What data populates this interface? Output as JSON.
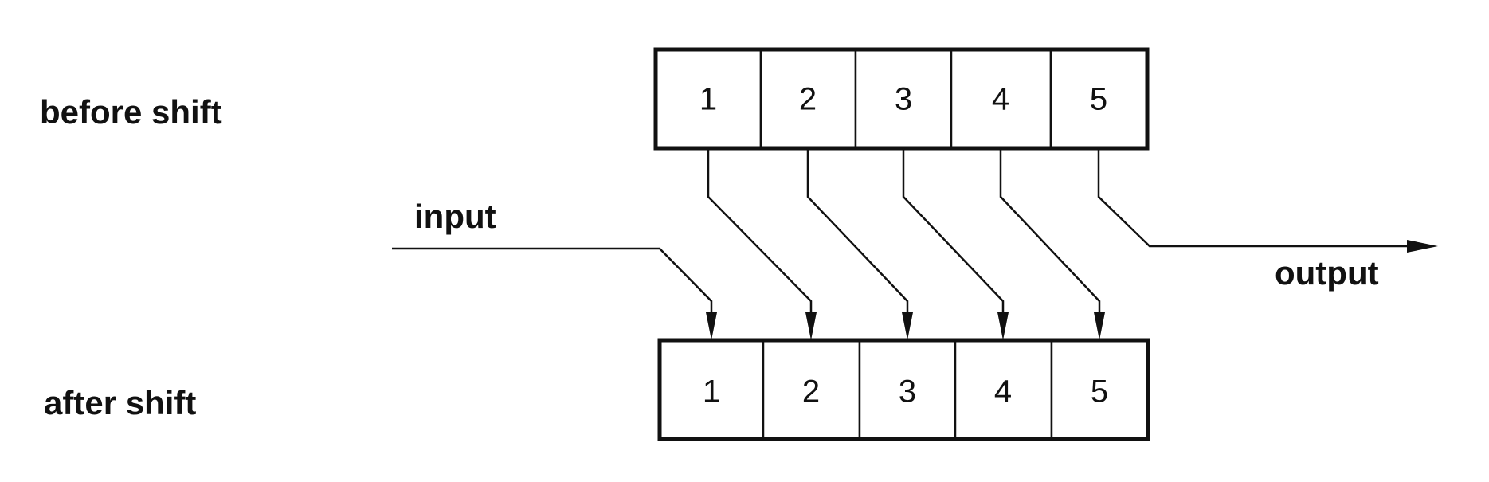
{
  "labels": {
    "before": "before shift",
    "after": "after shift",
    "input": "input",
    "output": "output"
  },
  "registers": {
    "before": {
      "cells": [
        "1",
        "2",
        "3",
        "4",
        "5"
      ]
    },
    "after": {
      "cells": [
        "1",
        "2",
        "3",
        "4",
        "5"
      ]
    }
  },
  "colors": {
    "ink": "#111111",
    "background": "#ffffff"
  }
}
